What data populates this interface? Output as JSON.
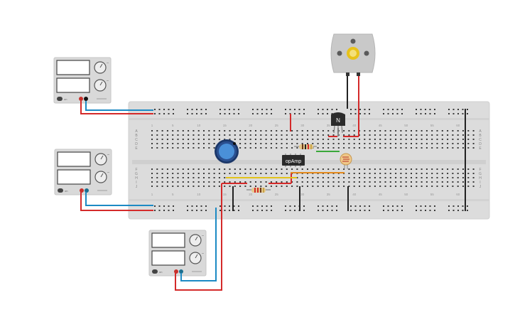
{
  "colors": {
    "breadboard": "#dcdcdc",
    "wire_red": "#d42a2a",
    "wire_blue": "#1c8ac4",
    "wire_black": "#222222",
    "wire_yellow": "#e2c21a",
    "wire_orange": "#e48a1c",
    "wire_green": "#3aa83a",
    "pot_blue": "#4a90d8",
    "motor_yellow": "#e8c21a"
  },
  "breadboard": {
    "row_letters_top": [
      "A",
      "B",
      "C",
      "D",
      "E"
    ],
    "row_letters_bottom": [
      "F",
      "G",
      "H",
      "I",
      "J"
    ],
    "column_numbers_top": [
      "1",
      "5",
      "10",
      "15",
      "20",
      "25",
      "30",
      "35",
      "40",
      "45",
      "50",
      "55",
      "60"
    ],
    "column_numbers_bottom": [
      "1",
      "5",
      "10",
      "15",
      "20",
      "25",
      "30",
      "35",
      "40",
      "45",
      "50",
      "55",
      "60"
    ]
  },
  "components": {
    "opamp_label": "opAmp",
    "transistor_label": "N",
    "power_supply_1": {
      "on_label": "on"
    },
    "power_supply_2": {
      "on_label": "on"
    },
    "power_supply_3": {
      "on_label": "on"
    }
  },
  "icons": [
    "power-supply-icon",
    "potentiometer-icon",
    "dc-motor-icon",
    "photoresistor-icon",
    "resistor-icon",
    "npn-transistor-icon",
    "opamp-chip-icon"
  ]
}
